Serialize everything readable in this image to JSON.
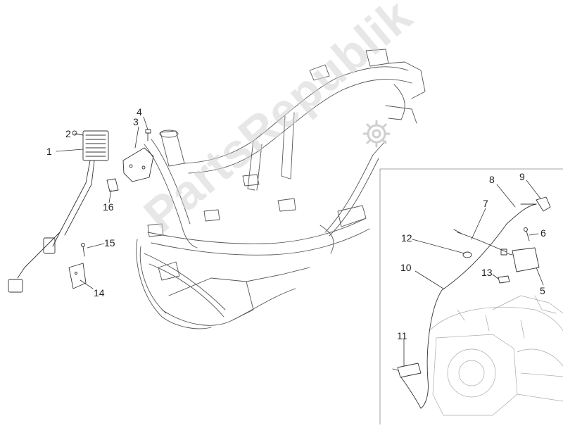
{
  "watermark": "PartsRepublik",
  "callouts": [
    {
      "id": "c1",
      "label": "1"
    },
    {
      "id": "c2",
      "label": "2"
    },
    {
      "id": "c3",
      "label": "3"
    },
    {
      "id": "c4",
      "label": "4"
    },
    {
      "id": "c5",
      "label": "5"
    },
    {
      "id": "c6",
      "label": "6"
    },
    {
      "id": "c7",
      "label": "7"
    },
    {
      "id": "c8",
      "label": "8"
    },
    {
      "id": "c9",
      "label": "9"
    },
    {
      "id": "c10",
      "label": "10"
    },
    {
      "id": "c11",
      "label": "11"
    },
    {
      "id": "c12",
      "label": "12"
    },
    {
      "id": "c13",
      "label": "13"
    },
    {
      "id": "c14",
      "label": "14"
    },
    {
      "id": "c15",
      "label": "15"
    },
    {
      "id": "c16",
      "label": "16"
    }
  ]
}
